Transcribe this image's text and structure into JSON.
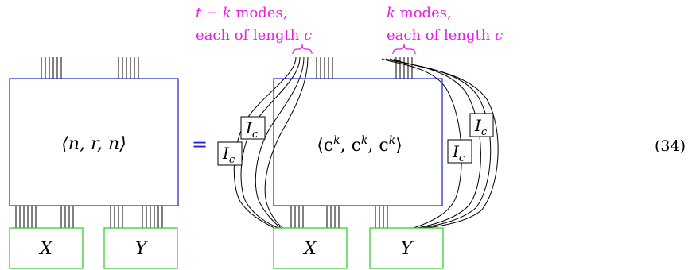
{
  "left": {
    "tensor_label": "⟨n, r, n⟩",
    "x_label": "X",
    "y_label": "Y"
  },
  "equals": "=",
  "right": {
    "tensor_label_main": "⟨c",
    "tensor_label_exp": "k",
    "tensor_label_sep": ", c",
    "tensor_label_end": "⟩",
    "x_label": "X",
    "y_label": "Y",
    "identity_base": "I",
    "identity_sub": "c"
  },
  "annotations": {
    "left_line1_a": "t − k",
    "left_line1_b": " modes,",
    "left_line2_a": "each of length ",
    "left_line2_b": "c",
    "right_line1_a": "k",
    "right_line1_b": " modes,",
    "right_line2_a": "each of length ",
    "right_line2_b": "c"
  },
  "equation_number": "(34)",
  "colors": {
    "tensor_box": "#1f1fd6",
    "factor_box": "#22cc22",
    "annotation": "#e81ee8"
  }
}
